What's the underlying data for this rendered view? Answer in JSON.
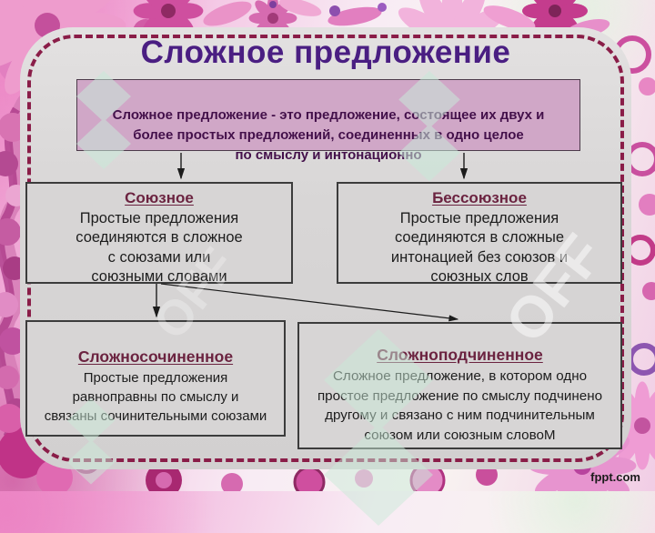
{
  "title": "Сложное предложение",
  "definition_box": {
    "text": "Сложное предложение - это предложение, состоящее их двух и\nболее простых предложений, соединенных в одно целое\nпо смыслу и интонационно"
  },
  "level1": [
    {
      "id": "soyuznoe",
      "heading": "Союзное",
      "body": "Простые предложения\nсоединяются в сложное\nс союзами или\nсоюзными словами"
    },
    {
      "id": "bessoyuznoe",
      "heading": "Бессоюзное",
      "body": "Простые предложения\nсоединяются в сложные\nинтонацией без союзов и\nсоюзных слов"
    }
  ],
  "level2": [
    {
      "id": "slozhnosochinennoe",
      "heading": "Сложносочиненное",
      "body": "Простые предложения\nравноправны по смыслу и\nсвязаны сочинительными союзами"
    },
    {
      "id": "slozhnopodchinennoe",
      "heading": "Сложноподчиненное",
      "body": "Сложное предложение, в котором одно\nпростое предложение по смыслу подчинено\nдругому и связано с ним подчинительным\nсоюзом или союзным словоМ"
    }
  ],
  "watermarks": {
    "footer": "fppt.com",
    "diagonal_text": "OFF"
  },
  "colors": {
    "title_purple": "#4a1e82",
    "definition_bg": "#d0a7c7",
    "definition_text": "#43104a",
    "heading_maroon": "#6b2340",
    "slide_gray": "#d7d5d5",
    "dashed_border": "#8a1d48",
    "floral_pink": "#ee9ccd",
    "floral_magenta": "#c43c8d"
  }
}
